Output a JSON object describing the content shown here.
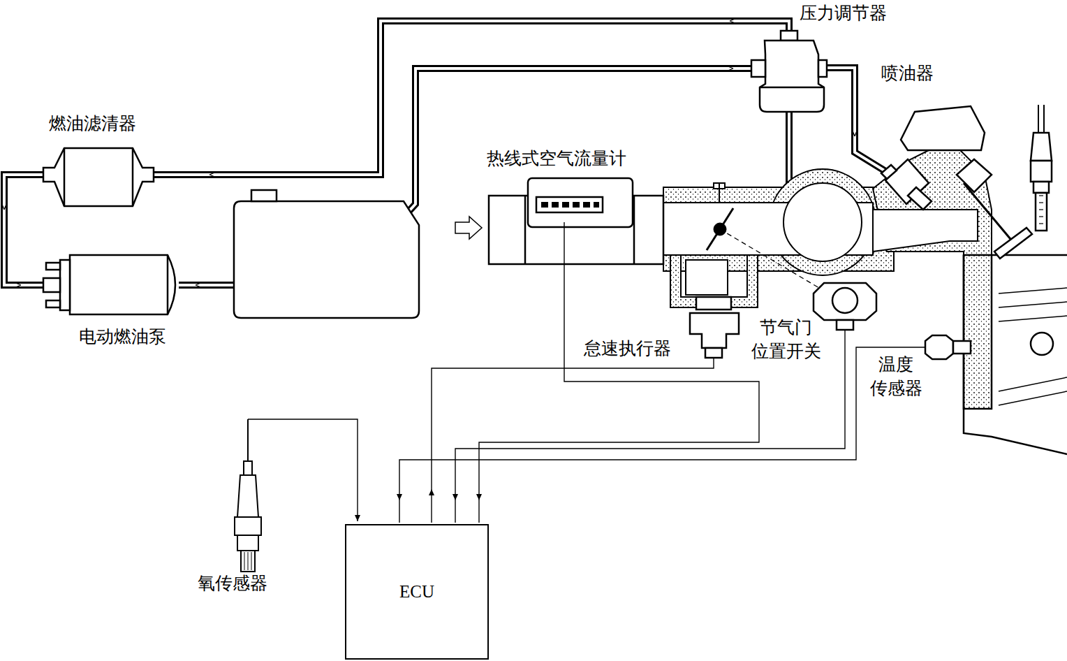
{
  "diagram": {
    "nodes": [
      {
        "text": [
          "ECU"
        ]
      }
    ],
    "edges": [],
    "labels": [
      "压力调节器",
      "喷油器",
      "燃油滤清器",
      "热线式空气流量计",
      "电动燃油泵",
      "怠速执行器",
      "节气门 位置开关",
      "温度 传感器",
      "氧传感器"
    ]
  }
}
